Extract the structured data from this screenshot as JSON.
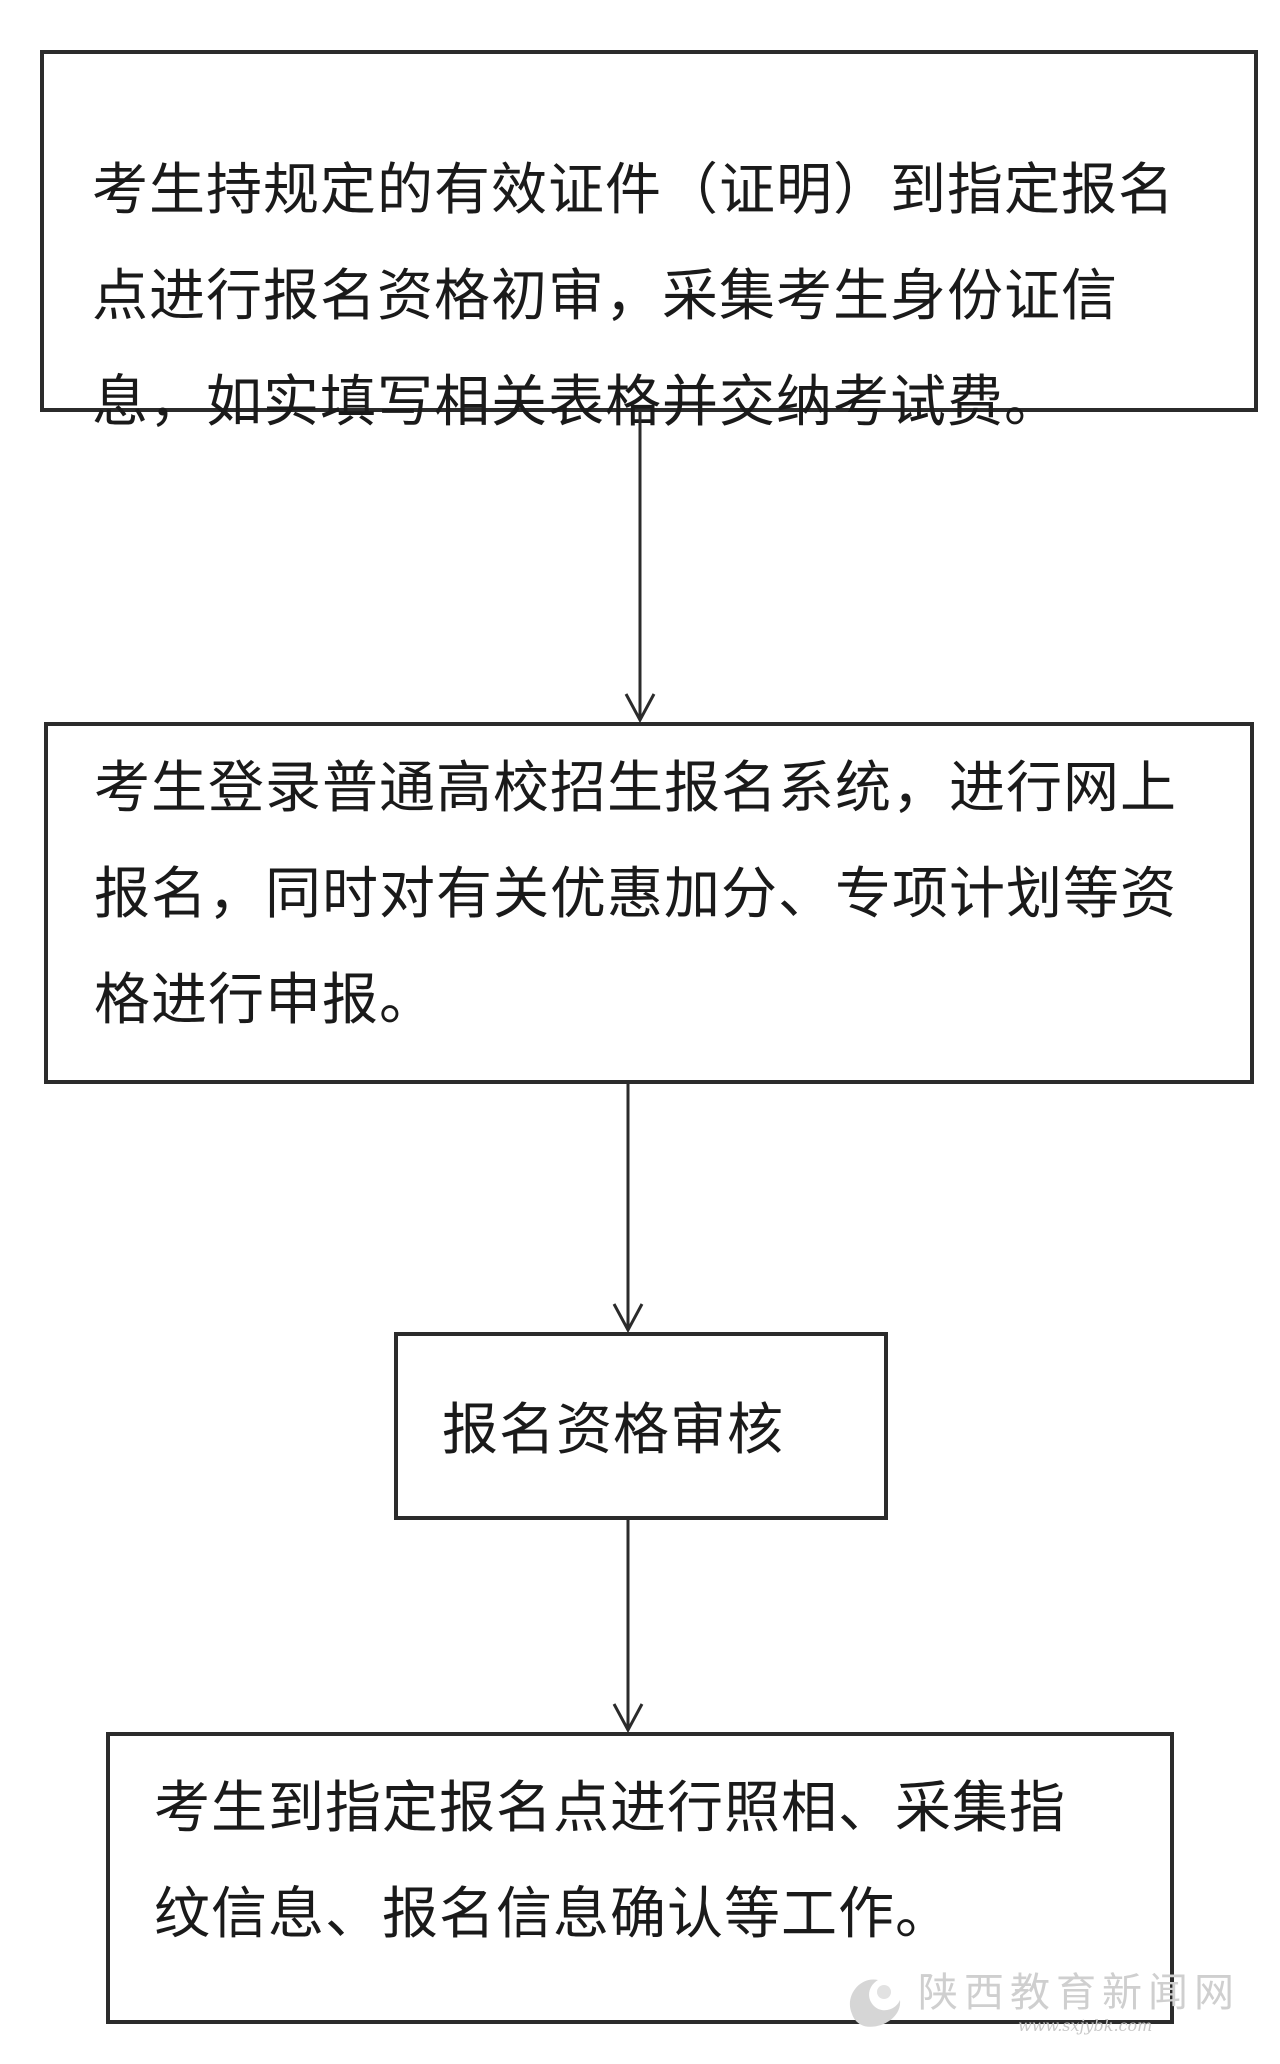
{
  "flowchart": {
    "steps": [
      {
        "text": "考生持规定的有效证件（证明）到指定报名点进行报名资格初审，采集考生身份证信息，如实填写相关表格并交纳考试费。"
      },
      {
        "text": "考生登录普通高校招生报名系统，进行网上报名，同时对有关优惠加分、专项计划等资格进行申报。"
      },
      {
        "text": "报名资格审核"
      },
      {
        "text": "考生到指定报名点进行照相、采集指纹信息、报名信息确认等工作。"
      }
    ]
  },
  "watermark": {
    "name": "陕西教育新闻网",
    "url": "www.sxjybk.com"
  },
  "colors": {
    "border": "#2b2b2b",
    "text": "#1a1a1a",
    "watermark": "#cfcfcf"
  }
}
